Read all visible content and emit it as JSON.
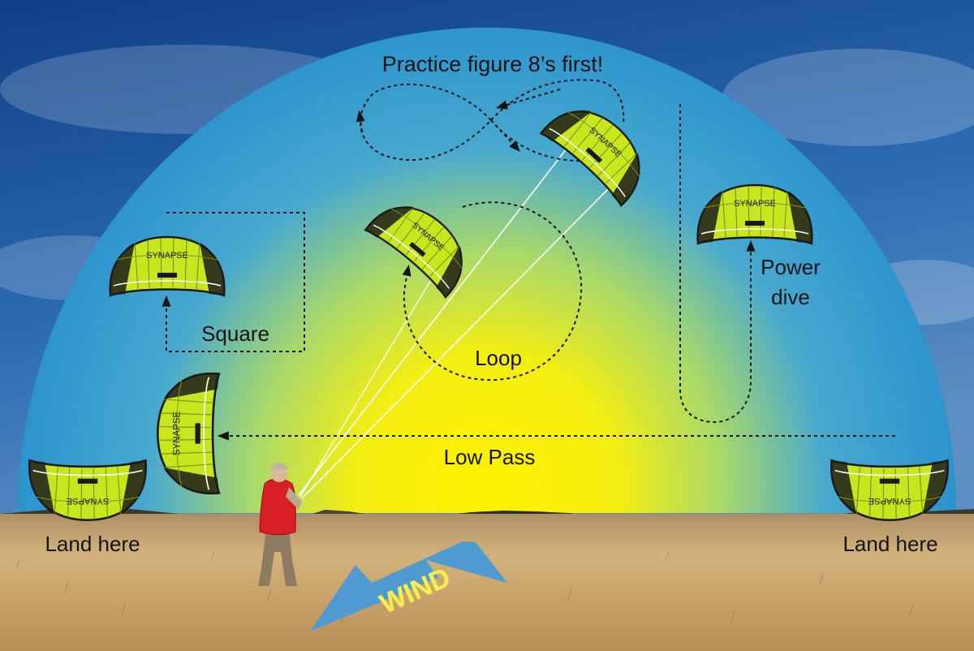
{
  "labels": {
    "practice": "Practice figure  8’s first!",
    "square": "Square",
    "loop": "Loop",
    "power_dive_1": "Power",
    "power_dive_2": "dive",
    "low_pass": "Low Pass",
    "land_left": "Land here",
    "land_right": "Land here",
    "wind": "WIND"
  },
  "kite": {
    "brand": "SYNAPSE",
    "logo": "prism",
    "colors": {
      "fill": "#c8e61e",
      "dark": "#1b1b1b"
    }
  },
  "colors": {
    "sky_window": "#2d97cf",
    "window_center": "#fff200",
    "wind_arrow": "#4f9ad0",
    "wind_text": "#f2ee5a",
    "jacket": "#d81f26",
    "grass": "#c9a365"
  }
}
